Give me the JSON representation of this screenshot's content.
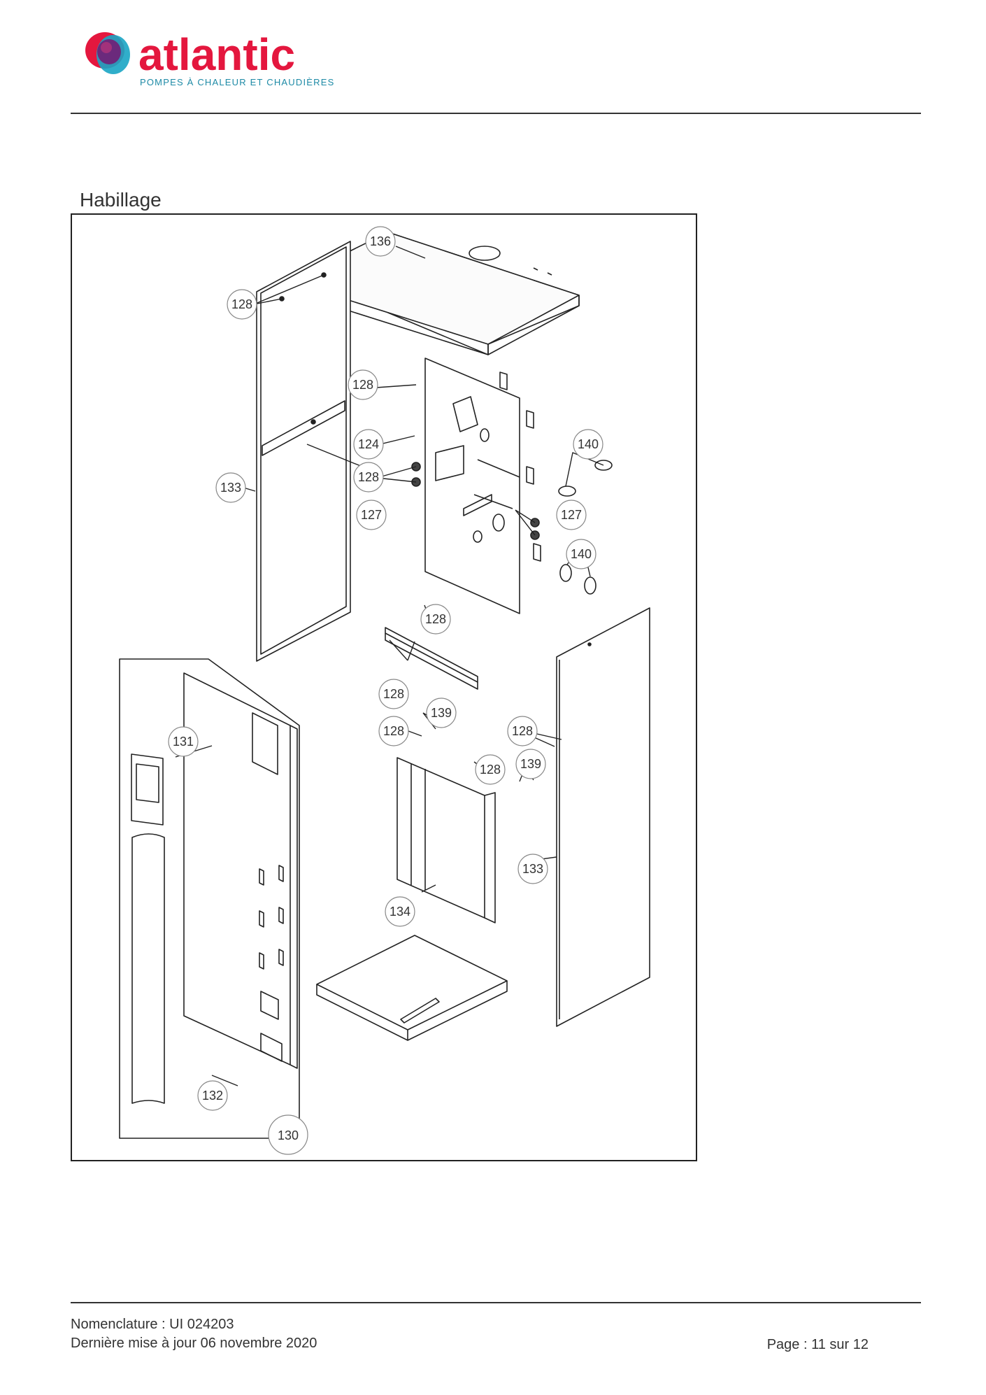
{
  "header": {
    "brand_name": "atlantic",
    "brand_tagline": "POMPES À CHALEUR ET CHAUDIÈRES",
    "brand_colors": {
      "name": "#e4173e",
      "tagline": "#1d8aa6",
      "drop_red": "#e4173e",
      "drop_blue": "#1aa5c4",
      "drop_purple": "#6b2a7c"
    }
  },
  "section": {
    "title": "Habillage"
  },
  "diagram": {
    "callouts": [
      {
        "id": "c136",
        "label": "136"
      },
      {
        "id": "c128a",
        "label": "128"
      },
      {
        "id": "c128b",
        "label": "128"
      },
      {
        "id": "c124",
        "label": "124"
      },
      {
        "id": "c140a",
        "label": "140"
      },
      {
        "id": "c133a",
        "label": "133"
      },
      {
        "id": "c128c",
        "label": "128"
      },
      {
        "id": "c127a",
        "label": "127"
      },
      {
        "id": "c127b",
        "label": "127"
      },
      {
        "id": "c140b",
        "label": "140"
      },
      {
        "id": "c128d",
        "label": "128"
      },
      {
        "id": "c128e",
        "label": "128"
      },
      {
        "id": "c139a",
        "label": "139"
      },
      {
        "id": "c131",
        "label": "131"
      },
      {
        "id": "c128f",
        "label": "128"
      },
      {
        "id": "c128g",
        "label": "128"
      },
      {
        "id": "c128h",
        "label": "128"
      },
      {
        "id": "c139b",
        "label": "139"
      },
      {
        "id": "c133b",
        "label": "133"
      },
      {
        "id": "c134",
        "label": "134"
      },
      {
        "id": "c132",
        "label": "132"
      },
      {
        "id": "c130",
        "label": "130"
      }
    ]
  },
  "footer": {
    "nomenclature": "Nomenclature : UI 024203",
    "updated": "Dernière mise à jour 06 novembre 2020",
    "page": "Page : 11 sur 12"
  }
}
